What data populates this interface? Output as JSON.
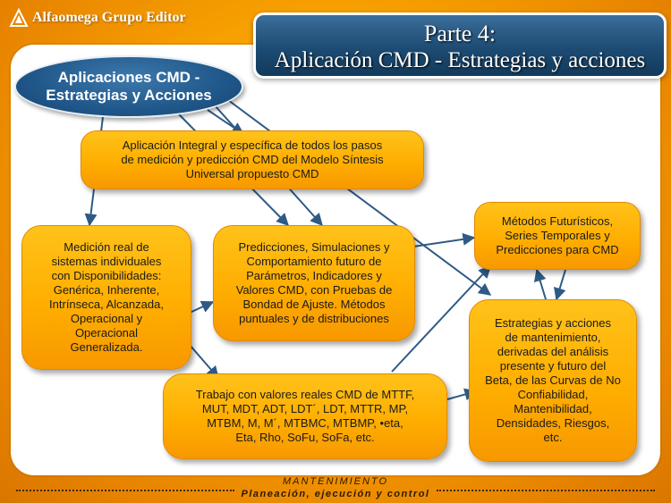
{
  "publisher": {
    "name": "Alfaomega Grupo Editor"
  },
  "title": {
    "line1": "Parte 4:",
    "line2": "Aplicación CMD - Estrategias y acciones"
  },
  "root": {
    "line1": "Aplicaciones  CMD -",
    "line2": "Estrategias y Acciones"
  },
  "nodes": {
    "integral": "Aplicación Integral y específica de todos los pasos\nde medición y predicción CMD del Modelo Síntesis\nUniversal propuesto CMD",
    "medicion": "Medición real de\nsistemas individuales\ncon Disponibilidades:\nGenérica, Inherente,\nIntrínseca, Alcanzada,\nOperacional y\nOperacional\nGeneralizada.",
    "predicciones": "Predicciones, Simulaciones  y\nComportamiento futuro de\nParámetros, Indicadores y\nValores CMD, con Pruebas de\nBondad de Ajuste. Métodos\npuntuales y de distribuciones",
    "futuristicos": "Métodos Futurísticos,\nSeries Temporales y\nPredicciones para CMD",
    "estrategias": "Estrategias y acciones\nde mantenimiento,\nderivadas del análisis\npresente y futuro del\nBeta, de las Curvas de No\nConfiabilidad,\nMantenibilidad,\nDensidades, Riesgos,\netc.",
    "trabajo": "Trabajo con valores reales CMD de MTTF,\nMUT, MDT, ADT, LDT´, LDT, MTTR, MP,\nMTBM, M, M´, MTBMC, MTBMP, •eta,\nEta, Rho, SoFu, SoFa, etc."
  },
  "footer": {
    "title": "MANTENIMIENTO",
    "subtitle": "Planeación, ejecución y control"
  },
  "colors": {
    "background": "#f7a000",
    "node_fill": "#ffae00",
    "oval_fill": "#20578a",
    "title_fill": "#1d4b73",
    "arrow": "#2e5a86"
  }
}
